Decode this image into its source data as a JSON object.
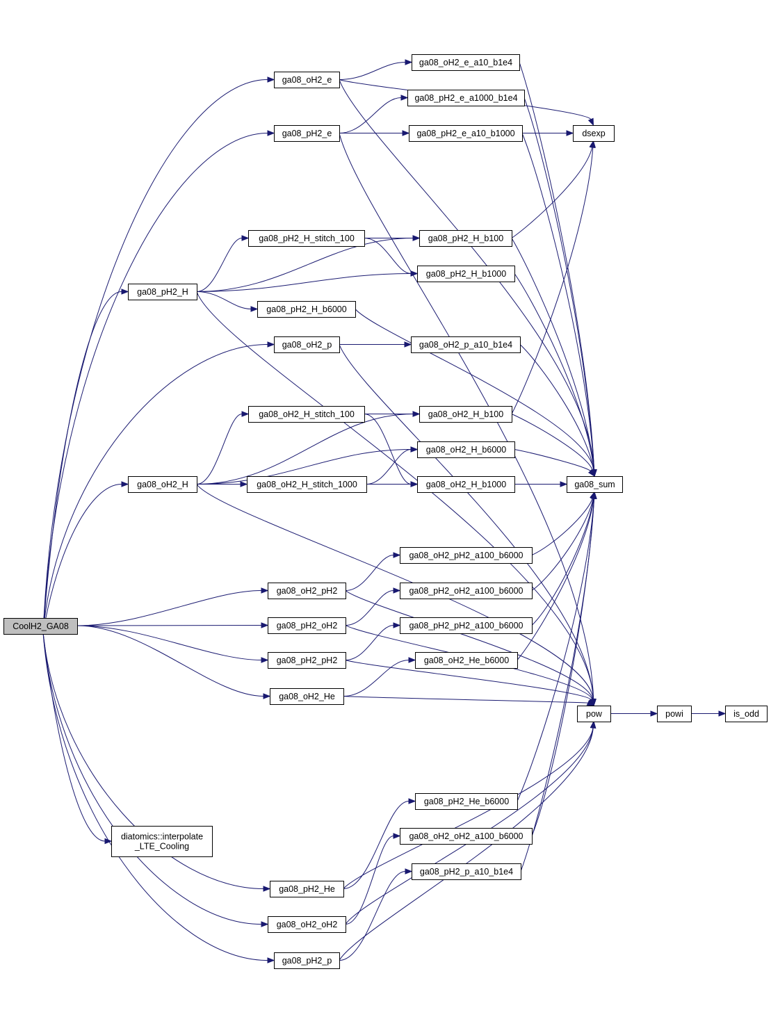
{
  "diagram": {
    "nodes": [
      {
        "id": "CoolH2_GA08",
        "lines": [
          "CoolH2_GA08"
        ],
        "root": true
      },
      {
        "id": "ga08_oH2_e",
        "lines": [
          "ga08_oH2_e"
        ]
      },
      {
        "id": "ga08_pH2_e",
        "lines": [
          "ga08_pH2_e"
        ]
      },
      {
        "id": "ga08_pH2_H",
        "lines": [
          "ga08_pH2_H"
        ]
      },
      {
        "id": "ga08_oH2_p",
        "lines": [
          "ga08_oH2_p"
        ]
      },
      {
        "id": "ga08_oH2_H",
        "lines": [
          "ga08_oH2_H"
        ]
      },
      {
        "id": "ga08_oH2_pH2",
        "lines": [
          "ga08_oH2_pH2"
        ]
      },
      {
        "id": "ga08_pH2_oH2",
        "lines": [
          "ga08_pH2_oH2"
        ]
      },
      {
        "id": "ga08_pH2_pH2",
        "lines": [
          "ga08_pH2_pH2"
        ]
      },
      {
        "id": "ga08_oH2_He",
        "lines": [
          "ga08_oH2_He"
        ]
      },
      {
        "id": "interpolate_LTE",
        "lines": [
          "diatomics::interpolate",
          "_LTE_Cooling"
        ]
      },
      {
        "id": "ga08_pH2_He",
        "lines": [
          "ga08_pH2_He"
        ]
      },
      {
        "id": "ga08_oH2_oH2",
        "lines": [
          "ga08_oH2_oH2"
        ]
      },
      {
        "id": "ga08_pH2_p",
        "lines": [
          "ga08_pH2_p"
        ]
      },
      {
        "id": "ga08_pH2_H_stitch_100",
        "lines": [
          "ga08_pH2_H_stitch_100"
        ]
      },
      {
        "id": "ga08_pH2_H_b6000",
        "lines": [
          "ga08_pH2_H_b6000"
        ]
      },
      {
        "id": "ga08_oH2_H_stitch_100",
        "lines": [
          "ga08_oH2_H_stitch_100"
        ]
      },
      {
        "id": "ga08_oH2_H_stitch_1000",
        "lines": [
          "ga08_oH2_H_stitch_1000"
        ]
      },
      {
        "id": "ga08_oH2_e_a10_b1e4",
        "lines": [
          "ga08_oH2_e_a10_b1e4"
        ]
      },
      {
        "id": "ga08_pH2_e_a1000_b1e4",
        "lines": [
          "ga08_pH2_e_a1000_b1e4"
        ]
      },
      {
        "id": "ga08_pH2_e_a10_b1000",
        "lines": [
          "ga08_pH2_e_a10_b1000"
        ]
      },
      {
        "id": "ga08_pH2_H_b100",
        "lines": [
          "ga08_pH2_H_b100"
        ]
      },
      {
        "id": "ga08_pH2_H_b1000",
        "lines": [
          "ga08_pH2_H_b1000"
        ]
      },
      {
        "id": "ga08_oH2_p_a10_b1e4",
        "lines": [
          "ga08_oH2_p_a10_b1e4"
        ]
      },
      {
        "id": "ga08_oH2_H_b100",
        "lines": [
          "ga08_oH2_H_b100"
        ]
      },
      {
        "id": "ga08_oH2_H_b6000",
        "lines": [
          "ga08_oH2_H_b6000"
        ]
      },
      {
        "id": "ga08_oH2_H_b1000",
        "lines": [
          "ga08_oH2_H_b1000"
        ]
      },
      {
        "id": "ga08_oH2_pH2_a100_b6000",
        "lines": [
          "ga08_oH2_pH2_a100_b6000"
        ]
      },
      {
        "id": "ga08_pH2_oH2_a100_b6000",
        "lines": [
          "ga08_pH2_oH2_a100_b6000"
        ]
      },
      {
        "id": "ga08_pH2_pH2_a100_b6000",
        "lines": [
          "ga08_pH2_pH2_a100_b6000"
        ]
      },
      {
        "id": "ga08_oH2_He_b6000",
        "lines": [
          "ga08_oH2_He_b6000"
        ]
      },
      {
        "id": "ga08_pH2_He_b6000",
        "lines": [
          "ga08_pH2_He_b6000"
        ]
      },
      {
        "id": "ga08_oH2_oH2_a100_b6000",
        "lines": [
          "ga08_oH2_oH2_a100_b6000"
        ]
      },
      {
        "id": "ga08_pH2_p_a10_b1e4",
        "lines": [
          "ga08_pH2_p_a10_b1e4"
        ]
      },
      {
        "id": "dsexp",
        "lines": [
          "dsexp"
        ]
      },
      {
        "id": "ga08_sum",
        "lines": [
          "ga08_sum"
        ]
      },
      {
        "id": "pow",
        "lines": [
          "pow"
        ]
      },
      {
        "id": "powi",
        "lines": [
          "powi"
        ]
      },
      {
        "id": "is_odd",
        "lines": [
          "is_odd"
        ]
      }
    ],
    "edges": [
      [
        "CoolH2_GA08",
        "ga08_oH2_e"
      ],
      [
        "CoolH2_GA08",
        "ga08_pH2_e"
      ],
      [
        "CoolH2_GA08",
        "ga08_pH2_H"
      ],
      [
        "CoolH2_GA08",
        "ga08_oH2_p"
      ],
      [
        "CoolH2_GA08",
        "ga08_oH2_H"
      ],
      [
        "CoolH2_GA08",
        "ga08_oH2_pH2"
      ],
      [
        "CoolH2_GA08",
        "ga08_pH2_oH2"
      ],
      [
        "CoolH2_GA08",
        "ga08_pH2_pH2"
      ],
      [
        "CoolH2_GA08",
        "ga08_oH2_He"
      ],
      [
        "CoolH2_GA08",
        "interpolate_LTE"
      ],
      [
        "CoolH2_GA08",
        "ga08_pH2_He"
      ],
      [
        "CoolH2_GA08",
        "ga08_oH2_oH2"
      ],
      [
        "CoolH2_GA08",
        "ga08_pH2_p"
      ],
      [
        "ga08_oH2_e",
        "ga08_oH2_e_a10_b1e4"
      ],
      [
        "ga08_oH2_e",
        "dsexp"
      ],
      [
        "ga08_oH2_e",
        "ga08_sum"
      ],
      [
        "ga08_pH2_e",
        "ga08_pH2_e_a1000_b1e4"
      ],
      [
        "ga08_pH2_e",
        "ga08_pH2_e_a10_b1000"
      ],
      [
        "ga08_pH2_e",
        "dsexp"
      ],
      [
        "ga08_pH2_e",
        "pow"
      ],
      [
        "ga08_pH2_H",
        "ga08_pH2_H_stitch_100"
      ],
      [
        "ga08_pH2_H",
        "ga08_pH2_H_b100"
      ],
      [
        "ga08_pH2_H",
        "ga08_pH2_H_b1000"
      ],
      [
        "ga08_pH2_H",
        "ga08_pH2_H_b6000"
      ],
      [
        "ga08_pH2_H",
        "pow"
      ],
      [
        "ga08_pH2_H_stitch_100",
        "ga08_pH2_H_b100"
      ],
      [
        "ga08_pH2_H_stitch_100",
        "ga08_pH2_H_b1000"
      ],
      [
        "ga08_oH2_p",
        "ga08_oH2_p_a10_b1e4"
      ],
      [
        "ga08_oH2_p",
        "pow"
      ],
      [
        "ga08_oH2_H",
        "ga08_oH2_H_stitch_100"
      ],
      [
        "ga08_oH2_H",
        "ga08_oH2_H_b100"
      ],
      [
        "ga08_oH2_H",
        "ga08_oH2_H_b6000"
      ],
      [
        "ga08_oH2_H",
        "ga08_oH2_H_stitch_1000"
      ],
      [
        "ga08_oH2_H",
        "ga08_oH2_H_b1000"
      ],
      [
        "ga08_oH2_H",
        "pow"
      ],
      [
        "ga08_oH2_H_stitch_100",
        "ga08_oH2_H_b100"
      ],
      [
        "ga08_oH2_H_stitch_100",
        "ga08_oH2_H_b1000"
      ],
      [
        "ga08_oH2_H_stitch_1000",
        "ga08_oH2_H_b6000"
      ],
      [
        "ga08_oH2_H_stitch_1000",
        "ga08_oH2_H_b1000"
      ],
      [
        "ga08_oH2_pH2",
        "ga08_oH2_pH2_a100_b6000"
      ],
      [
        "ga08_oH2_pH2",
        "pow"
      ],
      [
        "ga08_pH2_oH2",
        "ga08_pH2_oH2_a100_b6000"
      ],
      [
        "ga08_pH2_oH2",
        "pow"
      ],
      [
        "ga08_pH2_pH2",
        "ga08_pH2_pH2_a100_b6000"
      ],
      [
        "ga08_pH2_pH2",
        "pow"
      ],
      [
        "ga08_oH2_He",
        "ga08_oH2_He_b6000"
      ],
      [
        "ga08_oH2_He",
        "pow"
      ],
      [
        "ga08_pH2_He",
        "ga08_pH2_He_b6000"
      ],
      [
        "ga08_pH2_He",
        "pow"
      ],
      [
        "ga08_oH2_oH2",
        "ga08_oH2_oH2_a100_b6000"
      ],
      [
        "ga08_oH2_oH2",
        "pow"
      ],
      [
        "ga08_pH2_p",
        "ga08_pH2_p_a10_b1e4"
      ],
      [
        "ga08_pH2_p",
        "pow"
      ],
      [
        "ga08_oH2_e_a10_b1e4",
        "ga08_sum"
      ],
      [
        "ga08_pH2_e_a1000_b1e4",
        "ga08_sum"
      ],
      [
        "ga08_pH2_e_a10_b1000",
        "ga08_sum"
      ],
      [
        "ga08_pH2_H_b100",
        "dsexp"
      ],
      [
        "ga08_pH2_H_b100",
        "ga08_sum"
      ],
      [
        "ga08_pH2_H_b1000",
        "ga08_sum"
      ],
      [
        "ga08_pH2_H_b6000",
        "ga08_sum"
      ],
      [
        "ga08_oH2_p_a10_b1e4",
        "ga08_sum"
      ],
      [
        "ga08_oH2_H_b100",
        "dsexp"
      ],
      [
        "ga08_oH2_H_b100",
        "ga08_sum"
      ],
      [
        "ga08_oH2_H_b6000",
        "ga08_sum"
      ],
      [
        "ga08_oH2_H_b1000",
        "ga08_sum"
      ],
      [
        "ga08_oH2_pH2_a100_b6000",
        "ga08_sum"
      ],
      [
        "ga08_pH2_oH2_a100_b6000",
        "ga08_sum"
      ],
      [
        "ga08_pH2_pH2_a100_b6000",
        "ga08_sum"
      ],
      [
        "ga08_oH2_He_b6000",
        "ga08_sum"
      ],
      [
        "ga08_pH2_He_b6000",
        "ga08_sum"
      ],
      [
        "ga08_oH2_oH2_a100_b6000",
        "ga08_sum"
      ],
      [
        "ga08_pH2_p_a10_b1e4",
        "ga08_sum"
      ],
      [
        "pow",
        "powi"
      ],
      [
        "powi",
        "is_odd"
      ]
    ]
  }
}
